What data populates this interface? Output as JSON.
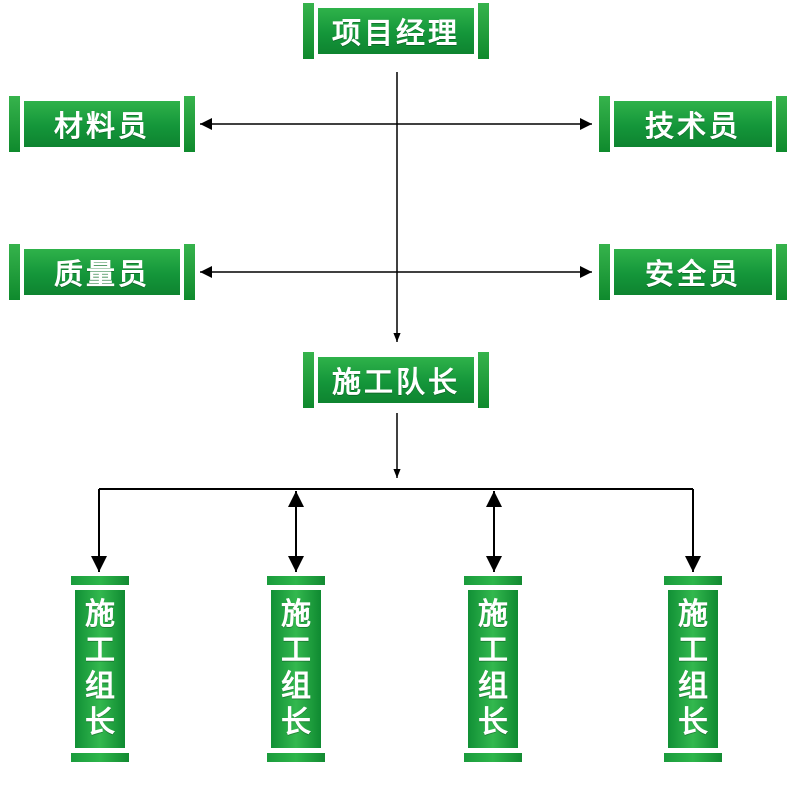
{
  "nodes": {
    "project_manager": "项目经理",
    "material_officer": "材料员",
    "technician": "技术员",
    "quality_inspector": "质量员",
    "safety_officer": "安全员",
    "construction_captain": "施工队长",
    "group_leaders": [
      "施工组长",
      "施工组长",
      "施工组长",
      "施工组长"
    ]
  },
  "colors": {
    "box_green": "#14963a",
    "box_green_light": "#36b34c",
    "text": "#ffffff",
    "line": "#000000"
  }
}
